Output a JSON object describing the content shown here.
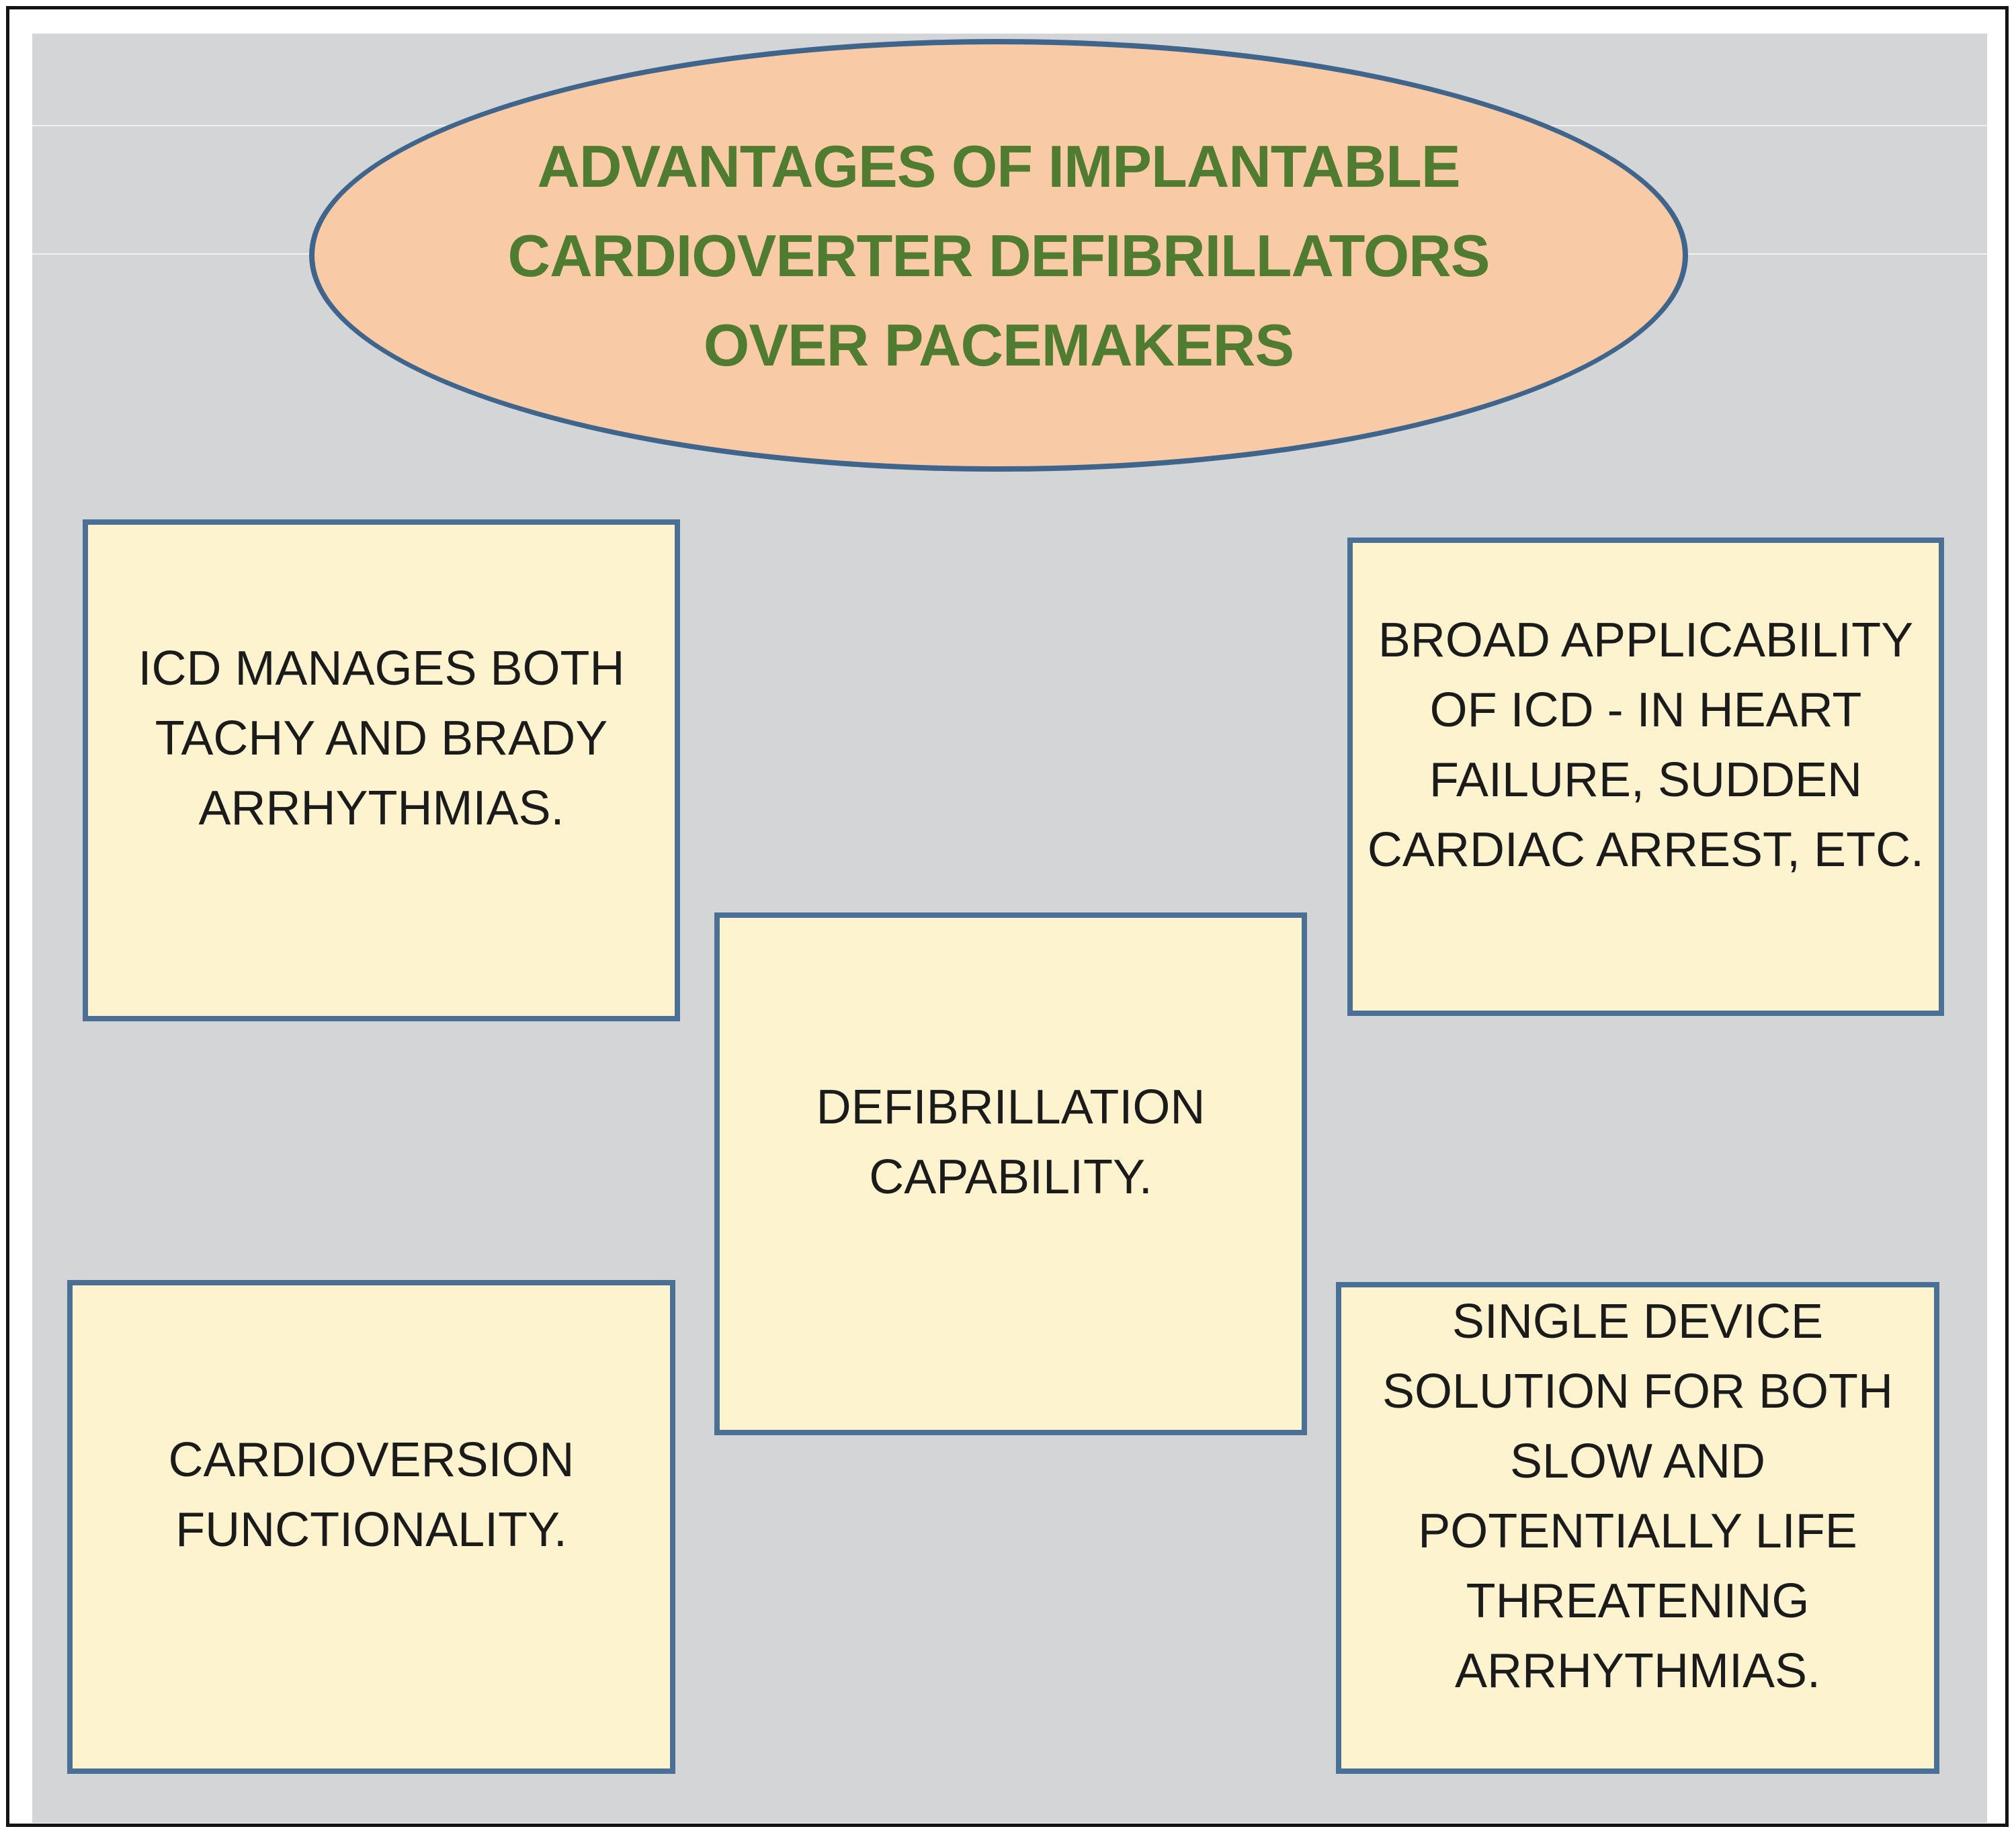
{
  "slide": {
    "title": {
      "text": "ADVANTAGES OF IMPLANTABLE\nCARDIOVERTER DEFIBRILLATORS\nOVER PACEMAKERS"
    },
    "boxes": [
      {
        "id": "icd-manages-both",
        "text": "ICD MANAGES BOTH\nTACHY AND BRADY\nARRHYTHMIAS."
      },
      {
        "id": "broad-applicability",
        "text": "BROAD APPLICABILITY\nOF ICD - IN HEART\nFAILURE, SUDDEN\nCARDIAC ARREST, ETC."
      },
      {
        "id": "defibrillation-capability",
        "text": "DEFIBRILLATION\nCAPABILITY."
      },
      {
        "id": "cardioversion-functionality",
        "text": "CARDIOVERSION\nFUNCTIONALITY."
      },
      {
        "id": "single-device-solution",
        "text": "SINGLE DEVICE\nSOLUTION FOR BOTH\nSLOW AND\nPOTENTIALLY LIFE\nTHREATENING\nARRHYTHMIAS."
      }
    ],
    "colors": {
      "page_background": "#FFFFFF",
      "outer_frame": "#141414",
      "panel_background": "#D4D5D6",
      "ellipse_fill": "#F8CBA6",
      "ellipse_border": "#40658C",
      "title_text": "#507C31",
      "box_fill": "#FEF3CF",
      "box_border": "#4A7096",
      "box_text": "#1B1B1B"
    }
  }
}
